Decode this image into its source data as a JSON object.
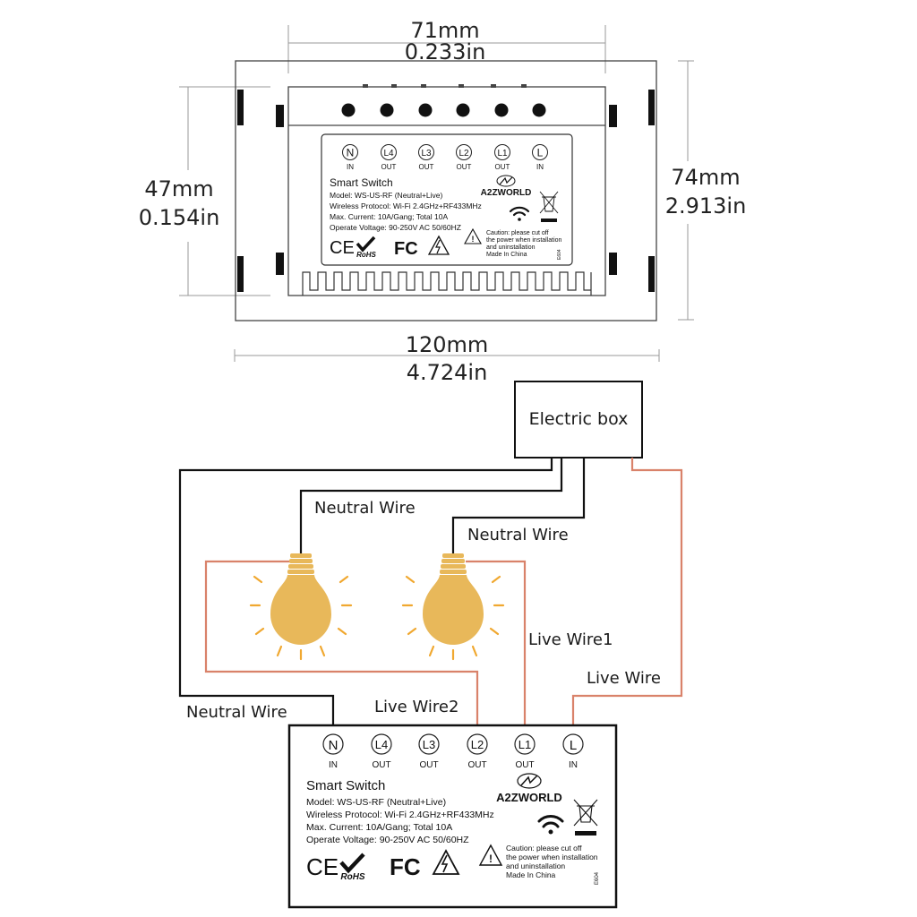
{
  "dimensions": {
    "top_mm": "71mm",
    "top_in": "0.233in",
    "left_mm": "47mm",
    "left_in": "0.154in",
    "right_mm": "74mm",
    "right_in": "2.913in",
    "bottom_mm": "120mm",
    "bottom_in": "4.724in"
  },
  "terminals": [
    {
      "id": "N",
      "sub": "IN"
    },
    {
      "id": "L4",
      "sub": "OUT"
    },
    {
      "id": "L3",
      "sub": "OUT"
    },
    {
      "id": "L2",
      "sub": "OUT"
    },
    {
      "id": "L1",
      "sub": "OUT"
    },
    {
      "id": "L",
      "sub": "IN"
    }
  ],
  "label": {
    "title": "Smart Switch",
    "model": "Model: WS-US-RF (Neutral+Live)",
    "protocol": "Wireless Protocol: Wi-Fi 2.4GHz+RF433MHz",
    "current": "Max. Current: 10A/Gang; Total 10A",
    "voltage": "Operate Voltage: 90-250V AC 50/60HZ",
    "brand": "A2ZWORLD",
    "caution_1": "Caution: please cut off",
    "caution_2": "the power when installation",
    "caution_3": "and uninstallation",
    "made_in": "Made In China",
    "code": "E604",
    "ce": "CE",
    "rohs": "RoHS",
    "fc": "FC"
  },
  "wiring": {
    "electric_box": "Electric box",
    "neutral_wire_1": "Neutral Wire",
    "neutral_wire_2": "Neutral Wire",
    "neutral_wire_3": "Neutral Wire",
    "live_wire": "Live Wire",
    "live_wire_1": "Live Wire1",
    "live_wire_2": "Live Wire2"
  },
  "colors": {
    "live_wire": "#d9826a",
    "neutral_wire": "#111111",
    "bulb": "#e8b85a",
    "ray": "#f0a830"
  }
}
